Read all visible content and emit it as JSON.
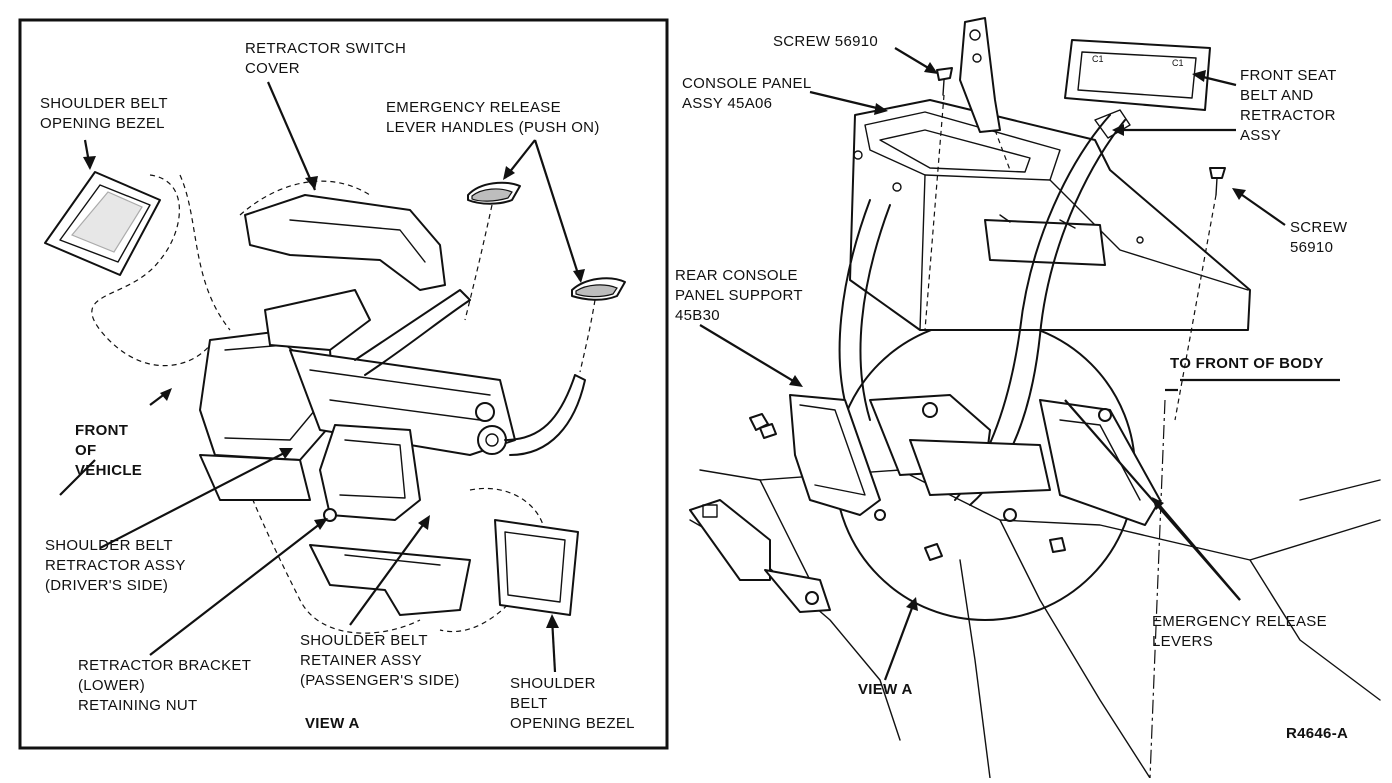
{
  "figure_id": "R4646-A",
  "left_panel": {
    "view_caption": "VIEW A",
    "labels": {
      "retractor_switch_cover": [
        "RETRACTOR SWITCH",
        "COVER"
      ],
      "shoulder_belt_opening_bezel_top": [
        "SHOULDER BELT",
        "OPENING BEZEL"
      ],
      "emergency_release_lever_handles": [
        "EMERGENCY RELEASE",
        "LEVER HANDLES (PUSH ON)"
      ],
      "front_of_vehicle": [
        "FRONT",
        "OF",
        "VEHICLE"
      ],
      "shoulder_belt_retractor_assy": [
        "SHOULDER BELT",
        "RETRACTOR ASSY",
        "(DRIVER'S SIDE)"
      ],
      "retractor_bracket_nut": [
        "RETRACTOR BRACKET",
        "(LOWER)",
        "RETAINING NUT"
      ],
      "shoulder_belt_retainer_assy": [
        "SHOULDER BELT",
        "RETAINER ASSY",
        "(PASSENGER'S SIDE)"
      ],
      "shoulder_belt_opening_bezel_bottom": [
        "SHOULDER",
        "BELT",
        "OPENING BEZEL"
      ]
    }
  },
  "right_panel": {
    "view_caption": "VIEW A",
    "labels": {
      "screw_top": [
        "SCREW 56910"
      ],
      "console_panel_assy": [
        "CONSOLE PANEL",
        "ASSY 45A06"
      ],
      "front_seat_belt_retractor": [
        "FRONT SEAT",
        "BELT AND",
        "RETRACTOR",
        "ASSY"
      ],
      "screw_right": [
        "SCREW",
        "56910"
      ],
      "rear_console_panel_support": [
        "REAR CONSOLE",
        "PANEL SUPPORT",
        "45B30"
      ],
      "to_front_of_body": [
        "TO FRONT OF BODY"
      ],
      "emergency_release_levers": [
        "EMERGENCY RELEASE",
        "LEVERS"
      ]
    }
  }
}
